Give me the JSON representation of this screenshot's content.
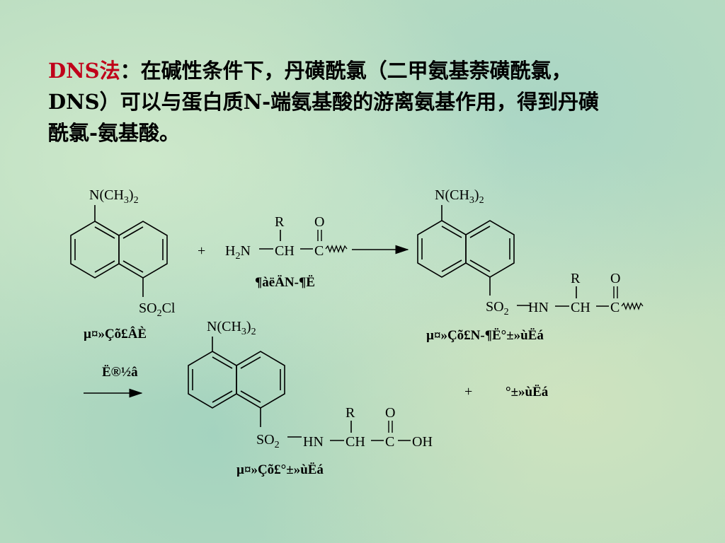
{
  "slide": {
    "paragraph": {
      "term": "DNS法",
      "colon": "：",
      "line1_rest": "在碱性条件下，丹磺酰氯（二甲氨基萘磺酰氯，",
      "line2": "DNS）可以与蛋白质N-端氨基酸的游离氨基作用，得到丹磺",
      "line3": "酰氯-氨基酸。"
    },
    "diagram": {
      "reagent_nme2": "N(CH3)2",
      "reagent_so2cl": "SO2Cl",
      "reagent_label": "µ¤»Çõ£ÂÈ",
      "plus": "+",
      "amine": "H2N",
      "ch": "CH",
      "c": "C",
      "r": "R",
      "o": "O",
      "peptide_label": "¶àëÄN-¶Ë",
      "product1_nme2": "N(CH3)2",
      "product1_so2": "SO2",
      "hn": "HN",
      "product1_label": "µ¤»Çõ£N-¶Ë°±»ùËá",
      "hydrolysis_label": "Ë®½â",
      "product2_nme2": "N(CH3)2",
      "oh": "OH",
      "product2_label": "µ¤»Çõ£°±»ùËá",
      "plus2": "+",
      "aminoacid_label": "°±»ùËá"
    },
    "colors": {
      "term_color": "#c0001a",
      "text_color": "#000000"
    }
  }
}
